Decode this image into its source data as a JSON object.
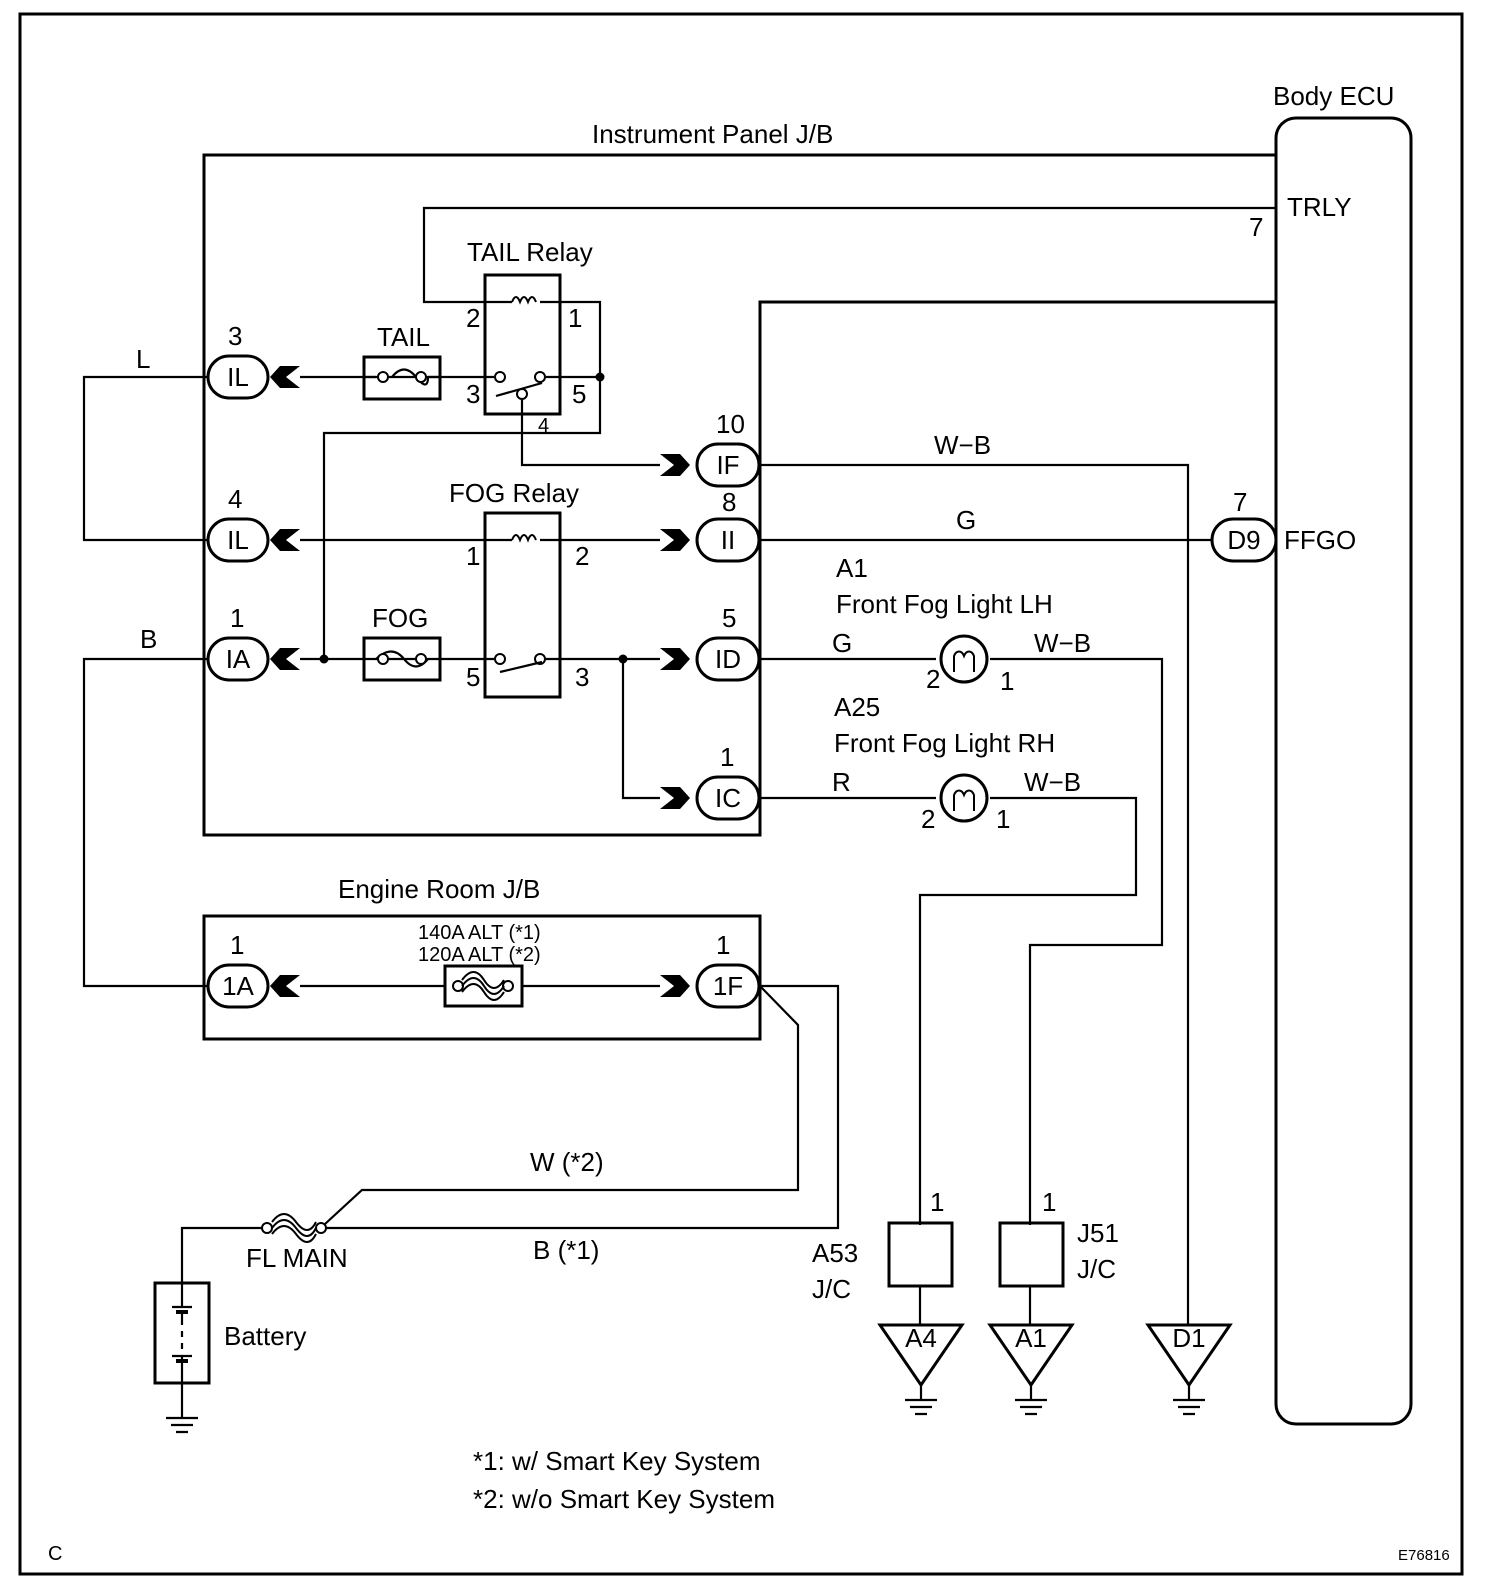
{
  "blocks": {
    "body_ecu": "Body ECU",
    "instrument_panel_jb": "Instrument Panel J/B",
    "engine_room_jb": "Engine Room J/B",
    "tail_relay": "TAIL Relay",
    "fog_relay": "FOG Relay",
    "tail_fuse": "TAIL",
    "fog_fuse": "FOG",
    "alt_fuse_line1": "140A ALT (*1)",
    "alt_fuse_line2": "120A ALT (*2)",
    "fl_main": "FL MAIN",
    "battery": "Battery"
  },
  "ecu_terminals": {
    "trly_name": "TRLY",
    "trly_pin": "7",
    "ffgo_name": "FFGO",
    "d9_conn": "D9",
    "d9_pin": "7"
  },
  "connectors": [
    {
      "id": "il_top",
      "label": "IL",
      "pin": "3"
    },
    {
      "id": "il_mid",
      "label": "IL",
      "pin": "4"
    },
    {
      "id": "ia",
      "label": "IA",
      "pin": "1"
    },
    {
      "id": "if",
      "label": "IF",
      "pin": "10"
    },
    {
      "id": "ii",
      "label": "II",
      "pin": "8"
    },
    {
      "id": "id",
      "label": "ID",
      "pin": "5"
    },
    {
      "id": "ic",
      "label": "IC",
      "pin": "1"
    },
    {
      "id": "er_1a",
      "label": "1A",
      "pin": "1"
    },
    {
      "id": "er_1f",
      "label": "1F",
      "pin": "1"
    }
  ],
  "relay_pins": {
    "tail": {
      "p1": "1",
      "p2": "2",
      "p3": "3",
      "p4": "4",
      "p5": "5"
    },
    "fog": {
      "p1": "1",
      "p2": "2",
      "p3": "3",
      "p5": "5"
    }
  },
  "wire_colors": {
    "l": "L",
    "b": "B",
    "if_wb": "W−B",
    "ii_g": "G",
    "lh_g": "G",
    "lh_wb": "W−B",
    "rh_r": "R",
    "rh_wb": "W−B",
    "w2": "W (*2)",
    "b1": "B (*1)"
  },
  "lights": {
    "lh_code": "A1",
    "lh_name": "Front Fog Light LH",
    "lh_pin_in": "2",
    "lh_pin_out": "1",
    "rh_code": "A25",
    "rh_name": "Front Fog Light RH",
    "rh_pin_in": "2",
    "rh_pin_out": "1"
  },
  "junctions": {
    "a53_line1": "A53",
    "a53_line2": "J/C",
    "a53_pin": "1",
    "j51_line1": "J51",
    "j51_line2": "J/C",
    "j51_pin": "1"
  },
  "grounds": [
    "A4",
    "A1",
    "D1"
  ],
  "notes": [
    "*1: w/ Smart Key System",
    "*2: w/o Smart Key System"
  ],
  "corner_letter": "C",
  "figure_code": "E76816"
}
